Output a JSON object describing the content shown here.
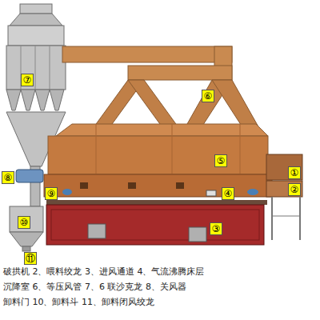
{
  "diagram": {
    "nodes": [
      {
        "text": [
          "⑦"
        ]
      },
      {
        "text": [
          "⑥"
        ]
      },
      {
        "text": [
          "⑤"
        ]
      },
      {
        "text": [
          "①"
        ]
      },
      {
        "text": [
          "②"
        ]
      },
      {
        "text": [
          "⑧"
        ]
      },
      {
        "text": [
          "⑨"
        ]
      },
      {
        "text": [
          "④"
        ]
      },
      {
        "text": [
          "③"
        ]
      },
      {
        "text": [
          "⑩"
        ]
      },
      {
        "text": [
          "⑪"
        ]
      }
    ],
    "labels": [
      "破拱机 2、喂料绞龙 3、进风通道 4、气流沸腾床层",
      "沉降室 6、等压风管 7、6 联沙克龙 8、关风器",
      "卸料门 10、卸料斗 11、卸料闭风绞龙"
    ]
  }
}
